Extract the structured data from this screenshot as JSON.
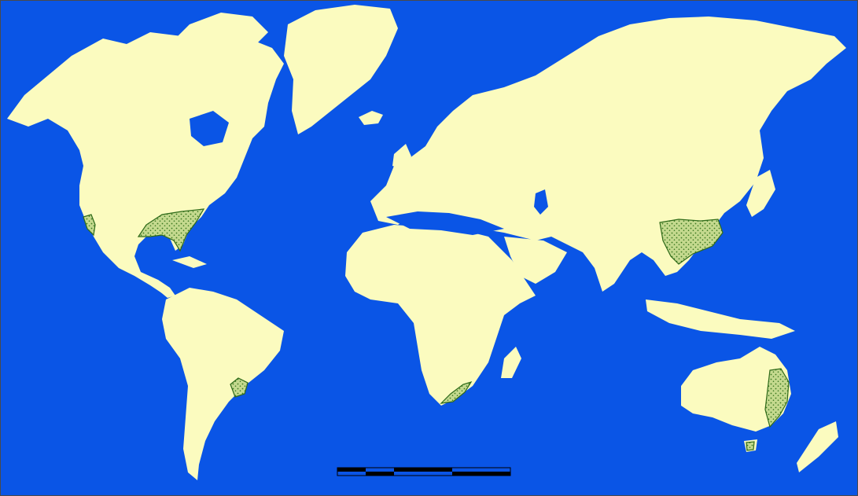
{
  "colors": {
    "ocean": "#0a55e6",
    "land": "#fbfbbf",
    "region_fill": "#c4d98e",
    "region_outline": "#2e6a19",
    "region_dots": "#3d7a22",
    "scale_bar_dark": "#000000",
    "scale_bar_light": "#ffffff"
  },
  "map": {
    "projection": "world-outline",
    "regions": [
      {
        "id": "southeast-north-america",
        "name": ""
      },
      {
        "id": "baja-california",
        "name": ""
      },
      {
        "id": "southeast-south-america",
        "name": ""
      },
      {
        "id": "southeast-africa",
        "name": ""
      },
      {
        "id": "southeast-china",
        "name": ""
      },
      {
        "id": "eastern-australia",
        "name": ""
      },
      {
        "id": "tasmania",
        "name": ""
      }
    ]
  },
  "scale_bar": {
    "segments": 5,
    "labels": [
      "",
      "",
      ""
    ]
  }
}
